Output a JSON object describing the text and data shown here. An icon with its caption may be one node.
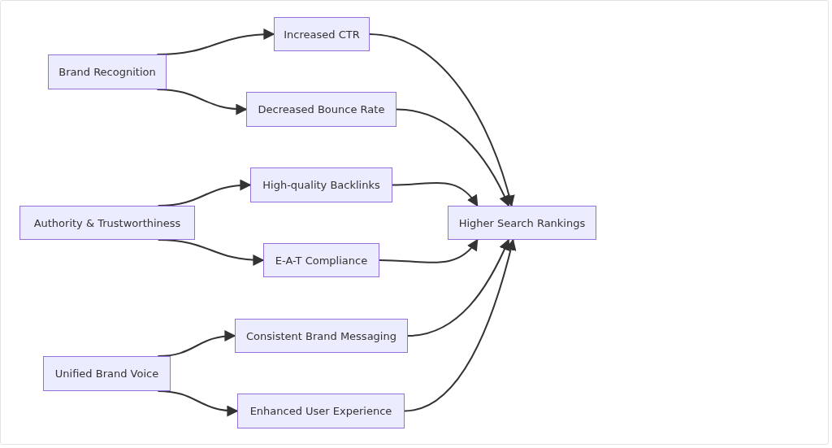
{
  "diagram": {
    "nodes": [
      {
        "text": [
          "Brand Recognition"
        ]
      },
      {
        "text": [
          "Increased CTR"
        ]
      },
      {
        "text": [
          "Decreased Bounce Rate"
        ]
      },
      {
        "text": [
          "Authority & Trustworthiness"
        ]
      },
      {
        "text": [
          "High-quality Backlinks"
        ]
      },
      {
        "text": [
          "E-A-T Compliance"
        ]
      },
      {
        "text": [
          "Higher Search Rankings"
        ]
      },
      {
        "text": [
          "Consistent Brand Messaging"
        ]
      },
      {
        "text": [
          "Unified Brand Voice"
        ]
      },
      {
        "text": [
          "Enhanced User Experience"
        ]
      }
    ],
    "edges": [
      {
        "from": 0,
        "to": 1,
        "arrow": "to"
      },
      {
        "from": 0,
        "to": 2,
        "arrow": "to"
      },
      {
        "from": 3,
        "to": 4,
        "arrow": "to"
      },
      {
        "from": 3,
        "to": 5,
        "arrow": "to"
      },
      {
        "from": 8,
        "to": 7,
        "arrow": "to"
      },
      {
        "from": 8,
        "to": 9,
        "arrow": "to"
      },
      {
        "from": 1,
        "to": 6,
        "arrow": "to"
      },
      {
        "from": 2,
        "to": 6,
        "arrow": "to"
      },
      {
        "from": 4,
        "to": 6,
        "arrow": "to"
      },
      {
        "from": 5,
        "to": 6,
        "arrow": "to"
      },
      {
        "from": 7,
        "to": 6,
        "arrow": "to"
      },
      {
        "from": 9,
        "to": 6,
        "arrow": "to"
      }
    ]
  }
}
